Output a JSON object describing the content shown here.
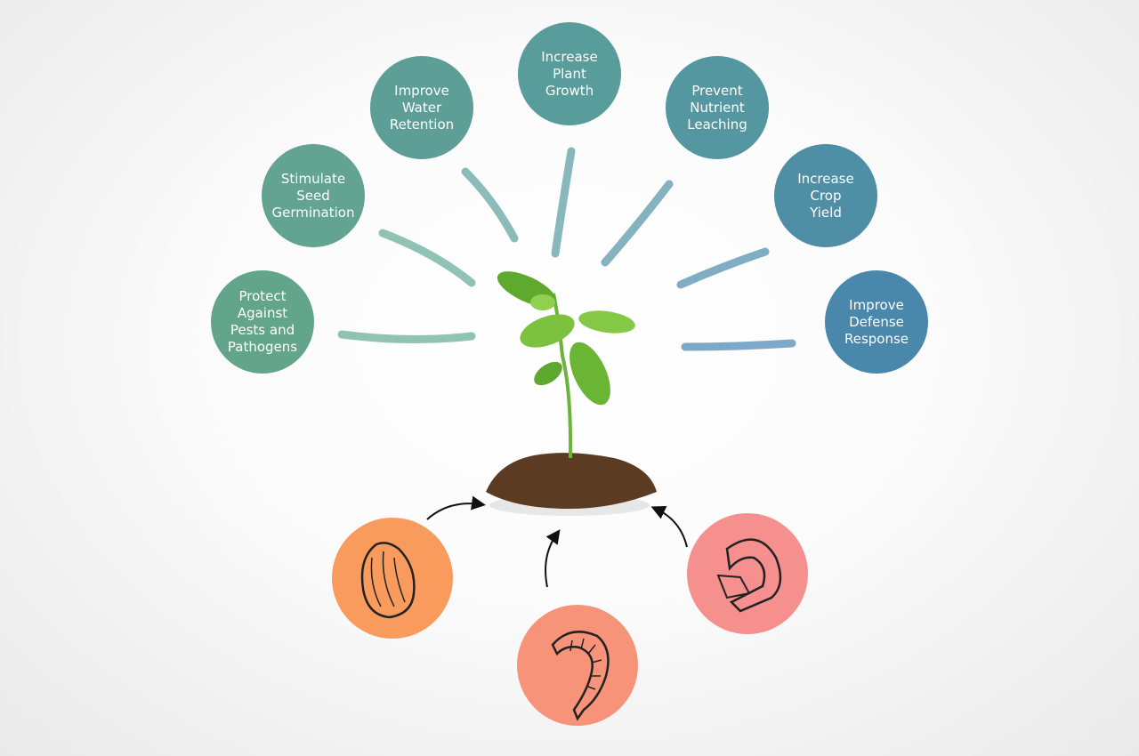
{
  "benefits": [
    {
      "label": "Protect\nAgainst\nPests and\nPathogens",
      "color": "#62a58b"
    },
    {
      "label": "Stimulate\nSeed\nGermination",
      "color": "#63a391"
    },
    {
      "label": "Improve\nWater\nRetention",
      "color": "#5d9e96"
    },
    {
      "label": "Increase\nPlant\nGrowth",
      "color": "#589c9b"
    },
    {
      "label": "Prevent\nNutrient\nLeaching",
      "color": "#5497a1"
    },
    {
      "label": "Increase\nCrop\nYield",
      "color": "#4f8fa6"
    },
    {
      "label": "Improve\nDefense\nResponse",
      "color": "#4a88ab"
    }
  ],
  "sources": [
    {
      "icon": "oyster-icon",
      "color": "#f89b5d"
    },
    {
      "icon": "shrimp-icon",
      "color": "#f69379"
    },
    {
      "icon": "crab-claw-icon",
      "color": "#f6908f"
    }
  ]
}
